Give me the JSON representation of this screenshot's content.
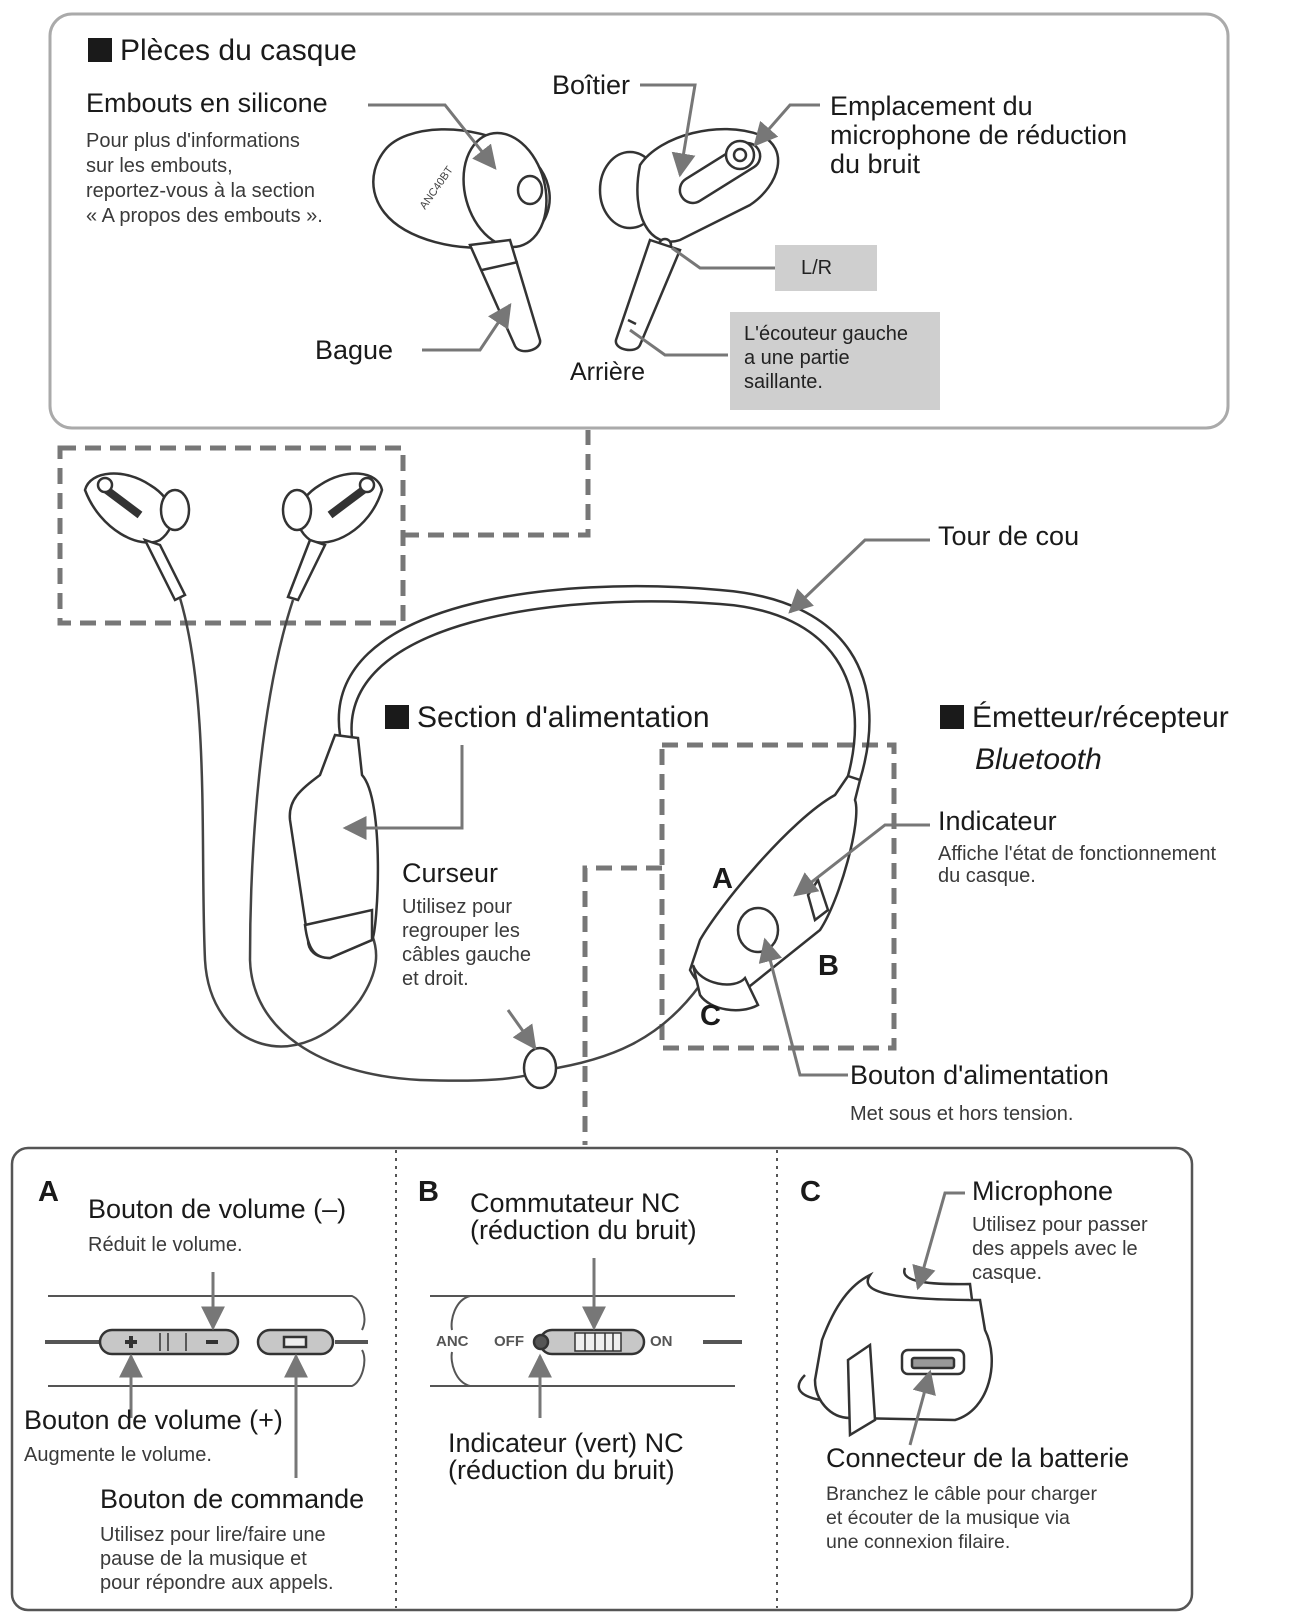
{
  "parts": {
    "title": "Plèces du casque",
    "ear_tips": {
      "label": "Embouts en silicone",
      "desc": [
        "Pour plus d'informations",
        "sur les embouts,",
        "reportez-vous à la section",
        "« A propos des embouts »."
      ]
    },
    "housing": "Boîtier",
    "mic_location": [
      "Emplacement du",
      "microphone de réduction",
      "du bruit"
    ],
    "lr_mark": "L/R",
    "left_note": [
      "L'écouteur gauche",
      "a une partie",
      "saillante."
    ],
    "ring": "Bague",
    "back": "Arrière",
    "model_print": "ANC40BT"
  },
  "main": {
    "neckband": "Tour de cou",
    "power_section": "Section d'alimentation",
    "bt_section": [
      "Émetteur/récepteur",
      "Bluetooth"
    ],
    "indicator": {
      "label": "Indicateur",
      "desc": [
        "Affiche l'état de fonctionnement",
        "du casque."
      ]
    },
    "slider": {
      "label": "Curseur",
      "desc": [
        "Utilisez pour",
        "regrouper les",
        "câbles gauche",
        "et droit."
      ]
    },
    "power_button": {
      "label": "Bouton d'alimentation",
      "desc": "Met sous et hors tension."
    },
    "letters": {
      "a": "A",
      "b": "B",
      "c": "C"
    }
  },
  "panel_a": {
    "letter": "A",
    "vol_minus": {
      "label": "Bouton de volume (–)",
      "desc": "Réduit le volume."
    },
    "vol_plus": {
      "label": "Bouton de volume (+)",
      "desc": "Augmente le volume."
    },
    "control": {
      "label": "Bouton de commande",
      "desc": [
        "Utilisez pour lire/faire une",
        "pause de la musique et",
        "pour répondre aux appels."
      ]
    }
  },
  "panel_b": {
    "letter": "B",
    "nc_switch": [
      "Commutateur NC",
      "(réduction du bruit)"
    ],
    "nc_indicator": [
      "Indicateur (vert) NC",
      "(réduction du bruit)"
    ],
    "switch_anc": "ANC",
    "switch_off": "OFF",
    "switch_on": "ON"
  },
  "panel_c": {
    "letter": "C",
    "microphone": {
      "label": "Microphone",
      "desc": [
        "Utilisez pour passer",
        "des appels avec le",
        "casque."
      ]
    },
    "battery": {
      "label": "Connecteur de la batterie",
      "desc": [
        "Branchez le câble pour charger",
        "et écouter de la musique via",
        "une connexion filaire."
      ]
    }
  }
}
